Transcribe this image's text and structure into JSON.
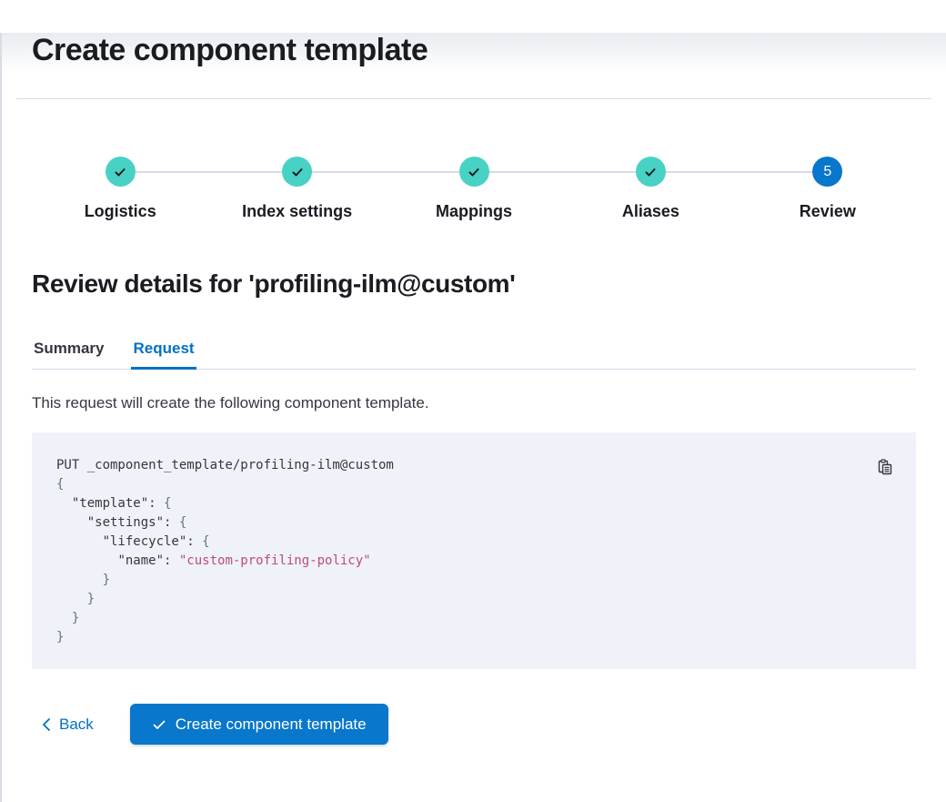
{
  "page": {
    "title": "Create component template"
  },
  "stepper": {
    "steps": [
      {
        "label": "Logistics",
        "status": "complete"
      },
      {
        "label": "Index settings",
        "status": "complete"
      },
      {
        "label": "Mappings",
        "status": "complete"
      },
      {
        "label": "Aliases",
        "status": "complete"
      },
      {
        "label": "Review",
        "status": "current",
        "number": "5"
      }
    ]
  },
  "review": {
    "heading": "Review details for 'profiling-ilm@custom'",
    "tabs": [
      {
        "label": "Summary",
        "active": false
      },
      {
        "label": "Request",
        "active": true
      }
    ],
    "description": "This request will create the following component template."
  },
  "code": {
    "lines": [
      [
        {
          "c": "t",
          "t": "PUT _component_template/profiling-ilm@custom"
        }
      ],
      [
        {
          "c": "p",
          "t": "{"
        }
      ],
      [
        {
          "c": "t",
          "t": "  "
        },
        {
          "c": "k",
          "t": "\"template\""
        },
        {
          "c": "t",
          "t": ": "
        },
        {
          "c": "p",
          "t": "{"
        }
      ],
      [
        {
          "c": "t",
          "t": "    "
        },
        {
          "c": "k",
          "t": "\"settings\""
        },
        {
          "c": "t",
          "t": ": "
        },
        {
          "c": "p",
          "t": "{"
        }
      ],
      [
        {
          "c": "t",
          "t": "      "
        },
        {
          "c": "k",
          "t": "\"lifecycle\""
        },
        {
          "c": "t",
          "t": ": "
        },
        {
          "c": "p",
          "t": "{"
        }
      ],
      [
        {
          "c": "t",
          "t": "        "
        },
        {
          "c": "k",
          "t": "\"name\""
        },
        {
          "c": "t",
          "t": ": "
        },
        {
          "c": "s",
          "t": "\"custom-profiling-policy\""
        }
      ],
      [
        {
          "c": "p",
          "t": "      }"
        }
      ],
      [
        {
          "c": "p",
          "t": "    }"
        }
      ],
      [
        {
          "c": "p",
          "t": "  }"
        }
      ],
      [
        {
          "c": "p",
          "t": "}"
        }
      ]
    ]
  },
  "footer": {
    "back_label": "Back",
    "submit_label": "Create component template"
  },
  "icons": {
    "copy": "copy-clipboard-icon",
    "check": "check-icon",
    "chevron_left": "chevron-left-icon"
  },
  "colors": {
    "accent_blue": "#0877cc",
    "link_blue": "#0071c3",
    "step_complete_teal": "#48d2c5",
    "code_background": "#eff2f9",
    "code_string": "#bd4c78",
    "text_heading": "#1a1c21",
    "text_body": "#343741",
    "divider": "#d3dae6"
  }
}
